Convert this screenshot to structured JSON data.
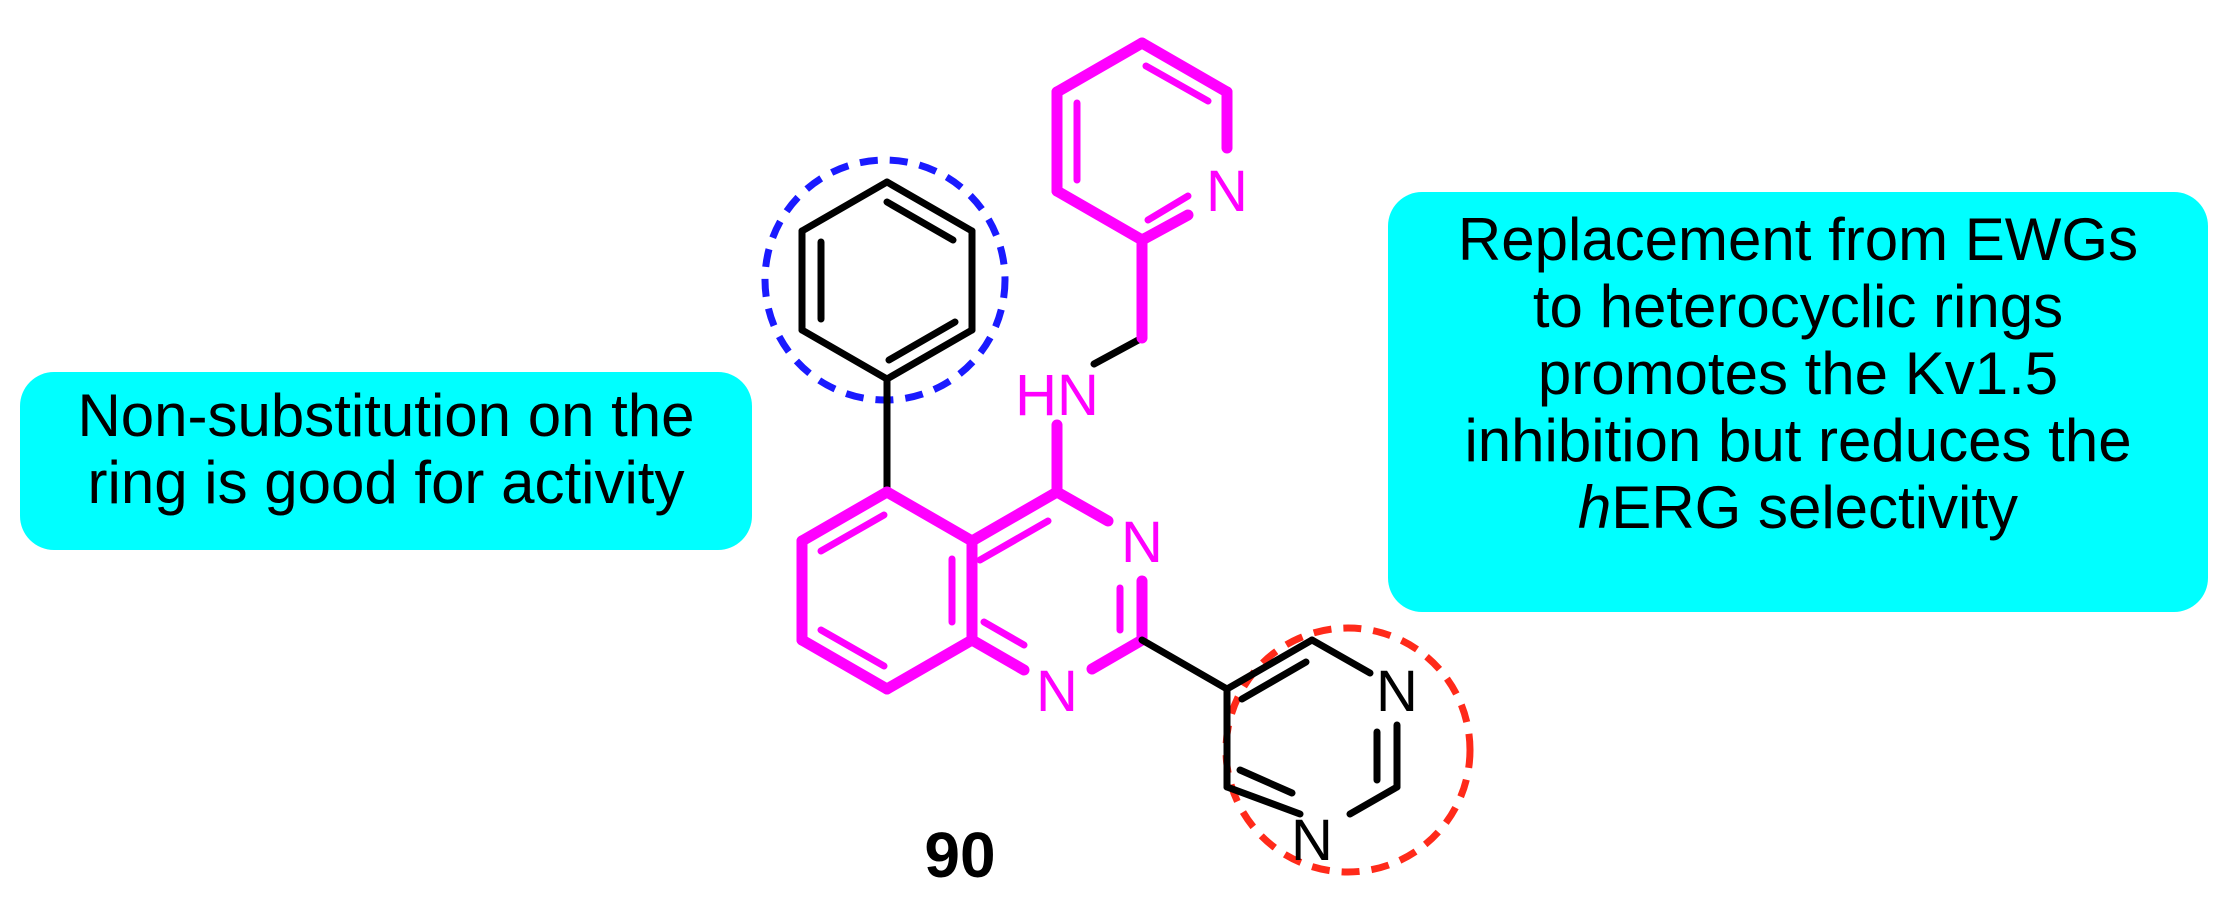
{
  "annotations": {
    "left_note": [
      "Non-substitution on the",
      "ring is good for activity"
    ],
    "right_note": {
      "lines": [
        "Replacement from EWGs",
        "to heterocyclic rings",
        "promotes the Kv1.5",
        "inhibition but reduces the"
      ],
      "last_line_italic": "h",
      "last_line_rest": "ERG selectivity"
    }
  },
  "compound": {
    "number": "90",
    "atom_labels": {
      "pyridine_n": "N",
      "amine_hn": "HN",
      "quinazoline_n3": "N",
      "quinazoline_n1": "N",
      "pyrimidine_n_top": "N",
      "pyrimidine_n_bottom": "N"
    }
  },
  "colors": {
    "highlight": "#ff00ff",
    "plain_bond": "#000000",
    "phenyl_circle": "#1a1aff",
    "pyrimidine_circle": "#ff2a1a",
    "callout_bg": "#00ffff"
  }
}
